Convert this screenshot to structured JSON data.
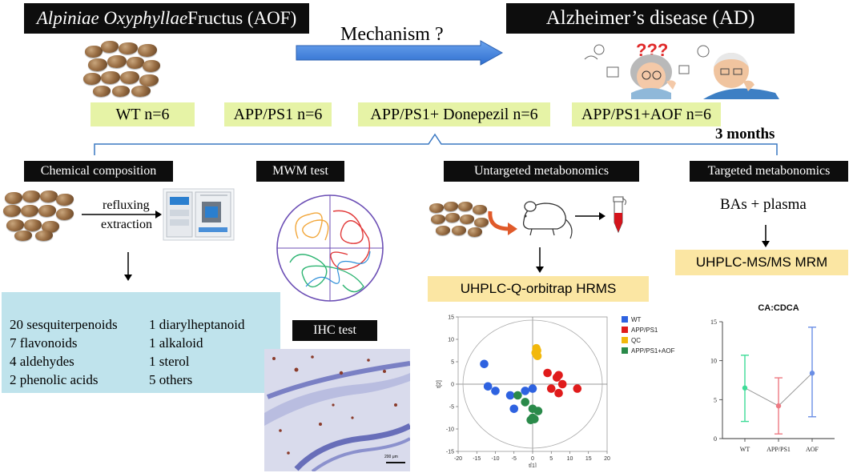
{
  "header": {
    "aof_title_italic": "Alpiniae Oxyphyllae",
    "aof_title_rest": " Fructus (AOF)",
    "mechanism": "Mechanism ?",
    "ad_title": "Alzheimer’s disease (AD)"
  },
  "groups": [
    {
      "label": "WT n=6"
    },
    {
      "label": "APP/PS1 n=6"
    },
    {
      "label": "APP/PS1+ Donepezil n=6"
    },
    {
      "label": "APP/PS1+AOF n=6"
    }
  ],
  "duration": "3 months",
  "sections": {
    "chemical": {
      "title": "Chemical composition",
      "step_line1": "refluxing",
      "step_line2": "extraction",
      "left_items": [
        "20 sesquiterpenoids",
        "7 flavonoids",
        "4 aldehydes",
        "2 phenolic acids"
      ],
      "right_items": [
        "1 diarylheptanoid",
        "1 alkaloid",
        "1 sterol",
        "5 others"
      ]
    },
    "mwm": {
      "title": "MWM test"
    },
    "ihc": {
      "title": "IHC test",
      "scale_label": "200 μm"
    },
    "untargeted": {
      "title": "Untargeted metabonomics",
      "method": "UHPLC-Q-orbitrap HRMS"
    },
    "targeted": {
      "title": "Targeted metabonomics",
      "sample": "BAs + plasma",
      "method": "UHPLC-MS/MS  MRM"
    }
  },
  "chart_data": [
    {
      "type": "scatter",
      "xlabel": "t[1]",
      "ylabel": "t[2]",
      "xlim": [
        -20,
        20
      ],
      "ylim": [
        -15,
        15
      ],
      "xticks": [
        -20,
        -15,
        -10,
        -5,
        0,
        5,
        10,
        15,
        20
      ],
      "yticks": [
        -15,
        -10,
        -5,
        0,
        5,
        10,
        15
      ],
      "legend_position": "top-right",
      "series": [
        {
          "name": "WT",
          "color": "#2e62e0",
          "points": [
            [
              -13,
              4.5
            ],
            [
              -12,
              -0.5
            ],
            [
              -10,
              -1.5
            ],
            [
              -6,
              -2.5
            ],
            [
              -5,
              -5.5
            ],
            [
              -2,
              -1.5
            ],
            [
              0,
              -1
            ]
          ]
        },
        {
          "name": "APP/PS1",
          "color": "#e01b1b",
          "points": [
            [
              4,
              2.5
            ],
            [
              6.5,
              1.5
            ],
            [
              7,
              2
            ],
            [
              5,
              -1
            ],
            [
              8,
              0
            ],
            [
              7,
              -2
            ],
            [
              12,
              -1
            ]
          ]
        },
        {
          "name": "QC",
          "color": "#f2b80c",
          "points": [
            [
              1,
              8
            ],
            [
              1.2,
              7.5
            ],
            [
              0.8,
              7
            ],
            [
              1,
              6.7
            ],
            [
              1.3,
              6.3
            ]
          ]
        },
        {
          "name": "APP/PS1+AOF",
          "color": "#2a8a4a",
          "points": [
            [
              -4,
              -2.5
            ],
            [
              -2,
              -4
            ],
            [
              0,
              -5.5
            ],
            [
              1.5,
              -6
            ],
            [
              0,
              -7.5
            ],
            [
              -0.5,
              -8
            ],
            [
              0.5,
              -7.8
            ]
          ]
        }
      ]
    },
    {
      "type": "errorbar",
      "title": "CA:CDCA",
      "categories": [
        "WT",
        "APP/PS1",
        "AOF"
      ],
      "ylim": [
        0,
        15
      ],
      "yticks": [
        0,
        5,
        10,
        15
      ],
      "series": [
        {
          "name": "WT",
          "color": "#3ddc97",
          "mean": 6.5,
          "low": 2.2,
          "high": 10.7
        },
        {
          "name": "APP/PS1",
          "color": "#ee7a83",
          "mean": 4.2,
          "low": 0.6,
          "high": 7.8
        },
        {
          "name": "AOF",
          "color": "#6a8ee5",
          "mean": 8.4,
          "low": 2.8,
          "high": 14.3
        }
      ]
    }
  ]
}
